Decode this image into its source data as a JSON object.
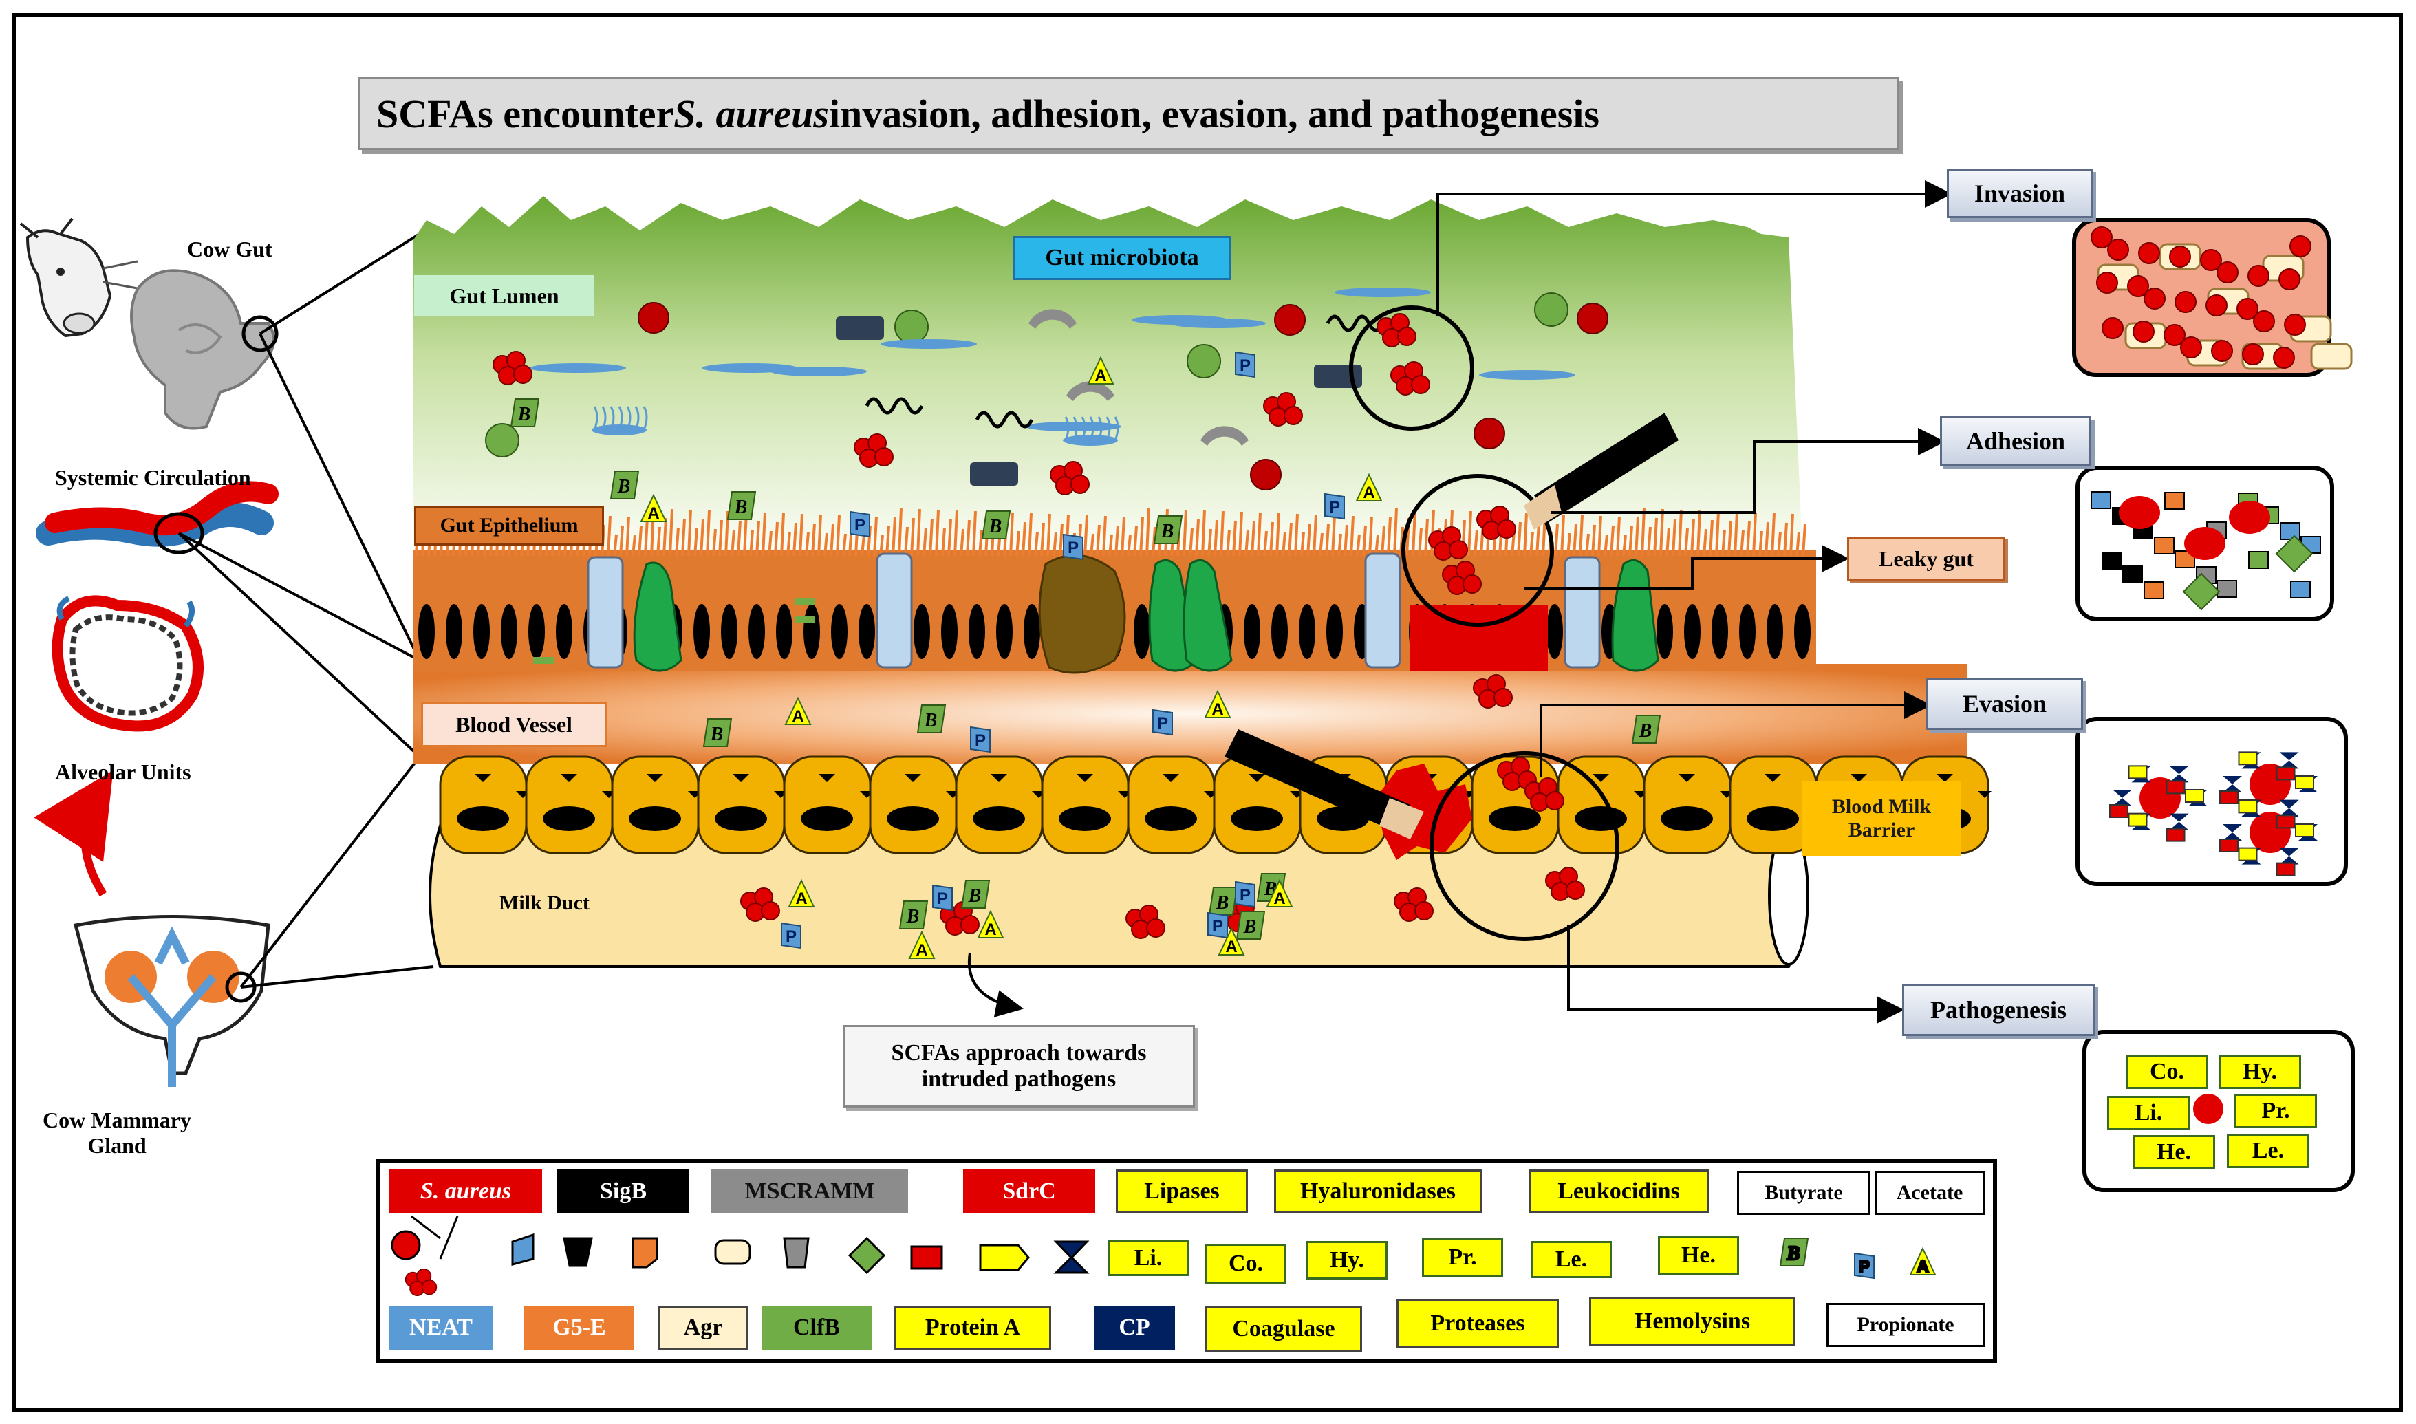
{
  "title": {
    "prefix": "SCFAs encounter ",
    "italic": "S. aureus",
    "suffix": " invasion, adhesion, evasion, and pathogenesis"
  },
  "left_panel": {
    "cow_gut": "Cow Gut",
    "systemic_circulation": "Systemic Circulation",
    "alveolar_units": "Alveolar Units",
    "cow_mammary_gland": [
      "Cow Mammary",
      "Gland"
    ]
  },
  "layers": {
    "gut_lumen": "Gut Lumen",
    "gut_microbiota": "Gut microbiota",
    "gut_epithelium": "Gut Epithelium",
    "blood_vessel": "Blood Vessel",
    "blood_milk_barrier": [
      "Blood Milk",
      "Barrier"
    ],
    "milk_duct": "Milk Duct",
    "leaky_gut": "Leaky gut"
  },
  "scfa_callout": [
    "SCFAs approach towards",
    "intruded pathogens"
  ],
  "processes": {
    "invasion": "Invasion",
    "adhesion": "Adhesion",
    "evasion": "Evasion",
    "pathogenesis": "Pathogenesis"
  },
  "pathogenesis_tags": [
    "Co.",
    "Hy.",
    "Li.",
    "Pr.",
    "He.",
    "Le."
  ],
  "scfa_markers": {
    "butyrate": "B",
    "propionate": "P",
    "acetate": "A"
  },
  "legend": {
    "s_aureus": "S. aureus",
    "sigb": "SigB",
    "mscramm": "MSCRAMM",
    "sdrc": "SdrC",
    "lipases": "Lipases",
    "hyaluronidases": "Hyaluronidases",
    "leukocidins": "Leukocidins",
    "butyrate": "Butyrate",
    "acetate": "Acetate",
    "li": "Li.",
    "co": "Co.",
    "hy": "Hy.",
    "pr": "Pr.",
    "le": "Le.",
    "he": "He.",
    "neat": "NEAT",
    "g5e": "G5-E",
    "agr": "Agr",
    "clfb": "ClfB",
    "protein_a": "Protein A",
    "cp": "CP",
    "coagulase": "Coagulase",
    "proteases": "Proteases",
    "hemolysins": "Hemolysins",
    "propionate": "Propionate"
  },
  "colors": {
    "s_aureus": "#e00000",
    "sigb": "#000000",
    "mscramm": "#8c8c8c",
    "neat": "#5b9bd5",
    "g5e": "#ed7d31",
    "agr": "#fff2cc",
    "clfb": "#70ad47",
    "protein_a": "#ffff00",
    "cp": "#002060",
    "gut_top": "#7fbf3f",
    "epithelium": "#e07a2e",
    "blood_vessel": "#e8843a",
    "barrier_cell": "#f2b000",
    "milk_duct": "#fbe3a3"
  },
  "icons": [
    "cow-head-icon",
    "gut-organ-icon",
    "blood-vessel-icon",
    "alveolus-icon",
    "mammary-gland-icon",
    "magnifier-icon"
  ]
}
